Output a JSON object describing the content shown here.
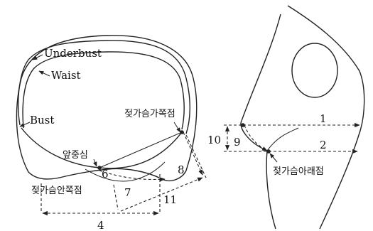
{
  "labels": {
    "underbust": "Underbust",
    "waist": "Waist",
    "bust": "Bust",
    "bust_outer_point": "젖가슴가쪽점",
    "center_front": "앞중심",
    "bust_inner_point": "젖가슴안쪽점",
    "under_bust_point": "젖가슴아래점"
  },
  "measurements": [
    "1",
    "2",
    "4",
    "6",
    "7",
    "8",
    "9",
    "10",
    "11"
  ]
}
